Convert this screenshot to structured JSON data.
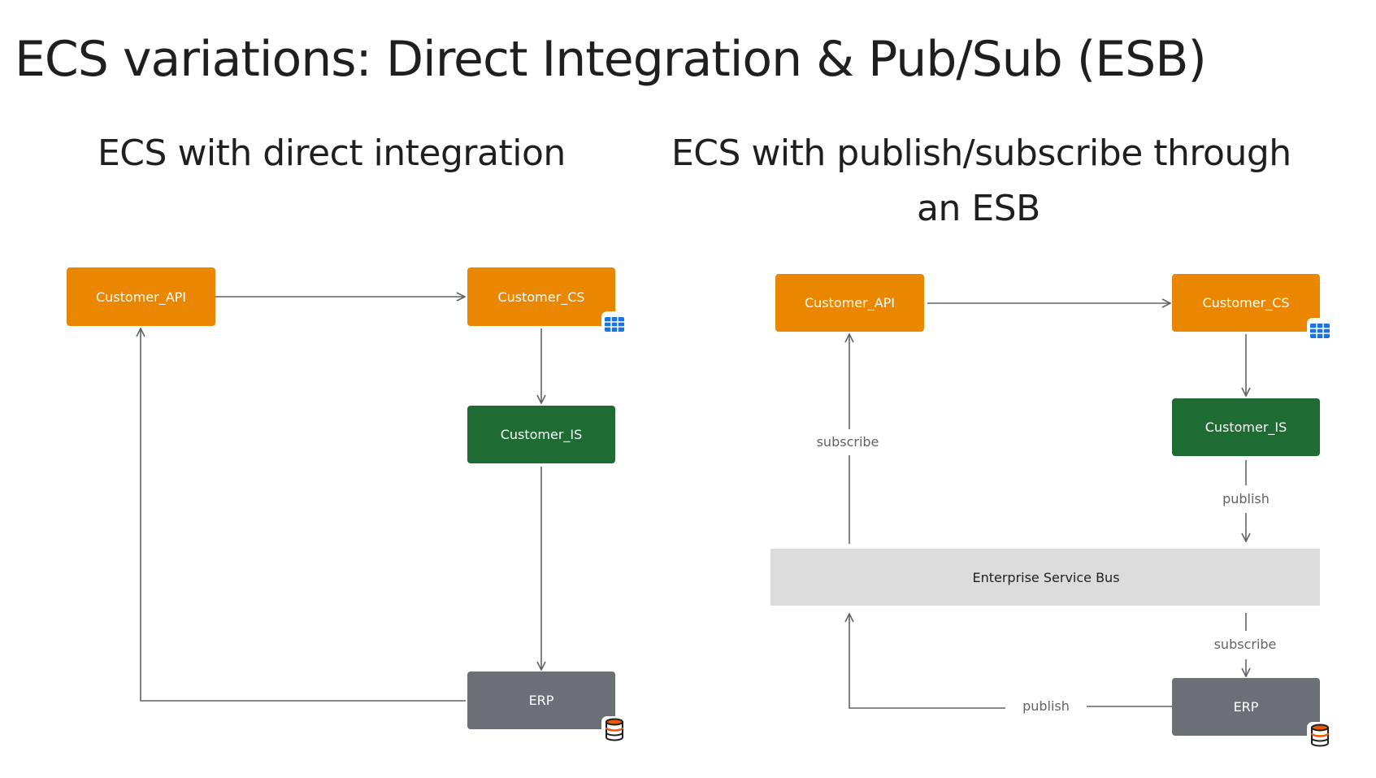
{
  "slide": {
    "title": "ECS variations: Direct Integration & Pub/Sub (ESB)"
  },
  "left_diagram": {
    "title": "ECS with direct integration",
    "nodes": {
      "customer_api": "Customer_API",
      "customer_cs": "Customer_CS",
      "customer_is": "Customer_IS",
      "erp": "ERP"
    }
  },
  "right_diagram": {
    "title_line1": "ECS with publish/subscribe through",
    "title_line2": "an ESB",
    "nodes": {
      "customer_api": "Customer_API",
      "customer_cs": "Customer_CS",
      "customer_is": "Customer_IS",
      "esb": "Enterprise Service Bus",
      "erp": "ERP"
    },
    "edge_labels": {
      "esb_to_api": "subscribe",
      "is_to_esb": "publish",
      "esb_to_erp": "subscribe",
      "erp_to_esb": "publish"
    }
  },
  "colors": {
    "orange": "#ea8600",
    "green": "#1e6b34",
    "gray_node": "#6b6f76",
    "esb_bg": "#dcdcdc",
    "line": "#5f6368",
    "table_icon": "#1a73e8",
    "db_icon": "#e8590c"
  },
  "icons": {
    "customer_cs_badge": "table-icon",
    "erp_badge": "database-icon"
  }
}
